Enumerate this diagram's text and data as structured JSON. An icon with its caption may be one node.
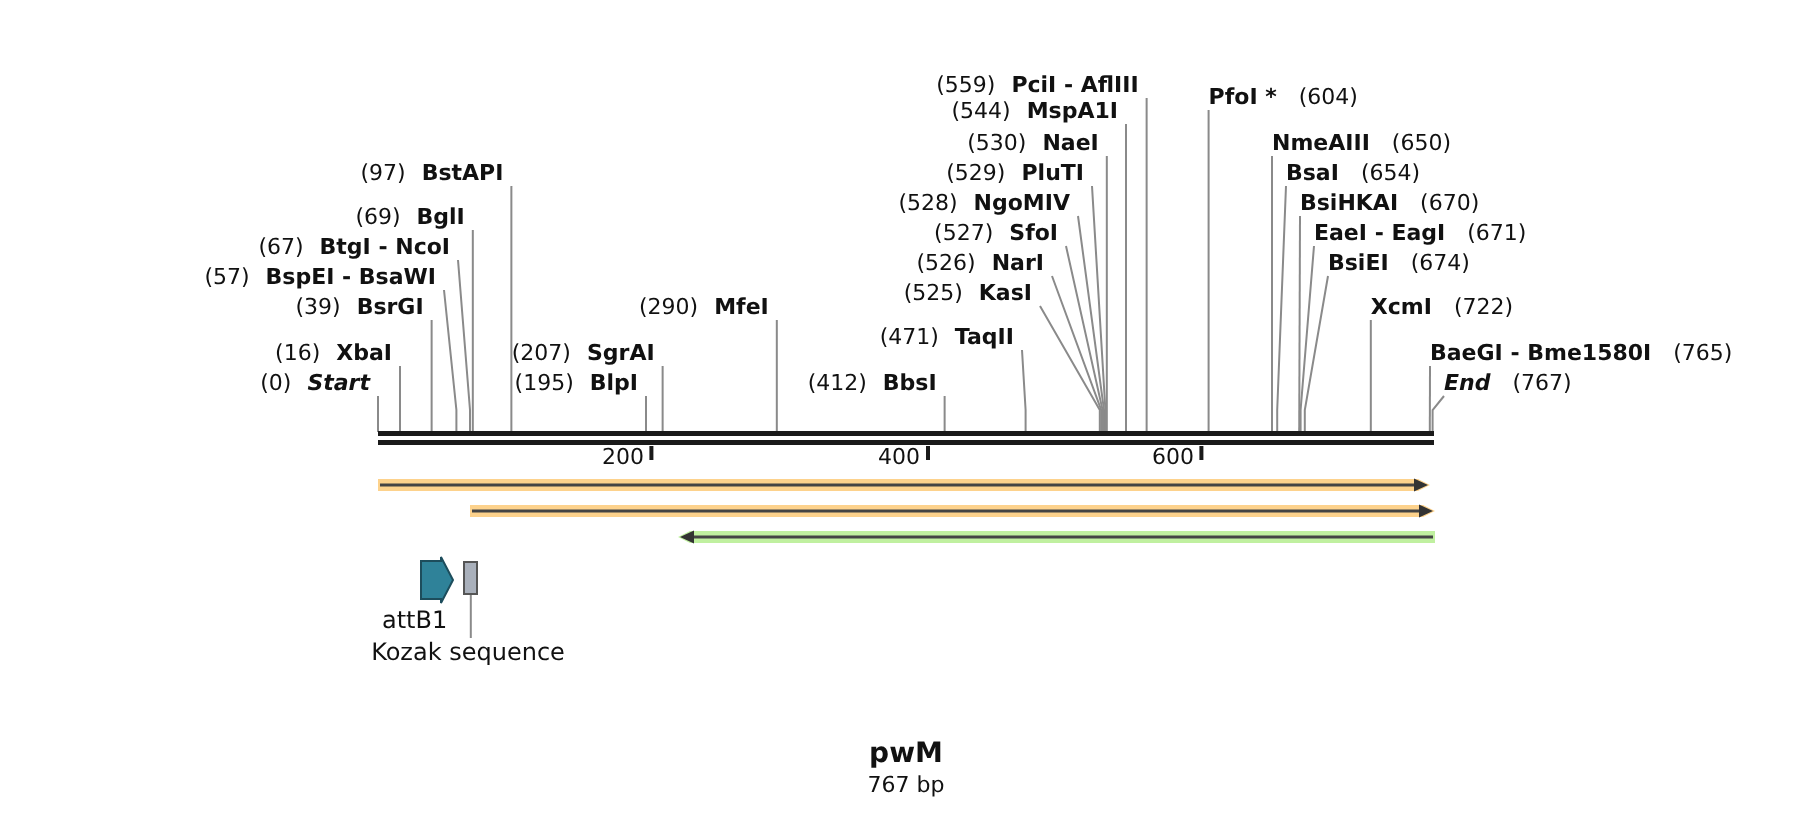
{
  "diagram": {
    "title": "pwM",
    "caption": "767 bp",
    "nodes": [
      {
        "text": [
          "(0)",
          "Start"
        ]
      },
      {
        "text": [
          "(16)",
          "XbaI"
        ]
      },
      {
        "text": [
          "(39)",
          "BsrGI"
        ]
      },
      {
        "text": [
          "(57)",
          "BspEI - BsaWI"
        ]
      },
      {
        "text": [
          "(67)",
          "BtgI - NcoI"
        ]
      },
      {
        "text": [
          "(69)",
          "BglI"
        ]
      },
      {
        "text": [
          "(97)",
          "BstAPI"
        ]
      },
      {
        "text": [
          "(195)",
          "BlpI"
        ]
      },
      {
        "text": [
          "(207)",
          "SgrAI"
        ]
      },
      {
        "text": [
          "(290)",
          "MfeI"
        ]
      },
      {
        "text": [
          "(412)",
          "BbsI"
        ]
      },
      {
        "text": [
          "(471)",
          "TaqII"
        ]
      },
      {
        "text": [
          "(525)",
          "KasI"
        ]
      },
      {
        "text": [
          "(526)",
          "NarI"
        ]
      },
      {
        "text": [
          "(527)",
          "SfoI"
        ]
      },
      {
        "text": [
          "(528)",
          "NgoMIV"
        ]
      },
      {
        "text": [
          "(529)",
          "PluTI"
        ]
      },
      {
        "text": [
          "(530)",
          "NaeI"
        ]
      },
      {
        "text": [
          "(544)",
          "MspA1I"
        ]
      },
      {
        "text": [
          "(559)",
          "PciI - AflIII"
        ]
      },
      {
        "text": [
          "PfoI *",
          "(604)"
        ]
      },
      {
        "text": [
          "NmeAIII",
          "(650)"
        ]
      },
      {
        "text": [
          "BsaI",
          "(654)"
        ]
      },
      {
        "text": [
          "BsiHKAI",
          "(670)"
        ]
      },
      {
        "text": [
          "EaeI - EagI",
          "(671)"
        ]
      },
      {
        "text": [
          "BsiEI",
          "(674)"
        ]
      },
      {
        "text": [
          "XcmI",
          "(722)"
        ]
      },
      {
        "text": [
          "BaeGI - Bme1580I",
          "(765)"
        ]
      },
      {
        "text": [
          "End",
          "(767)"
        ]
      },
      {
        "text": [],
        "shape": "bar"
      },
      {
        "text": [],
        "shape": "arrow"
      },
      {
        "text": [],
        "shape": "arrow"
      },
      {
        "text": [],
        "shape": "arrow"
      },
      {
        "text": [
          "attB1"
        ]
      },
      {
        "text": [],
        "shape": "box"
      },
      {
        "text": [
          "Kozak sequence"
        ]
      }
    ],
    "edges": [
      {
        "from": 0,
        "to": 29,
        "arrow": "none"
      },
      {
        "from": 1,
        "to": 29,
        "arrow": "none"
      },
      {
        "from": 2,
        "to": 29,
        "arrow": "none"
      },
      {
        "from": 3,
        "to": 29,
        "arrow": "none"
      },
      {
        "from": 4,
        "to": 29,
        "arrow": "none"
      },
      {
        "from": 5,
        "to": 29,
        "arrow": "none"
      },
      {
        "from": 6,
        "to": 29,
        "arrow": "none"
      },
      {
        "from": 7,
        "to": 29,
        "arrow": "none"
      },
      {
        "from": 8,
        "to": 29,
        "arrow": "none"
      },
      {
        "from": 9,
        "to": 29,
        "arrow": "none"
      },
      {
        "from": 10,
        "to": 29,
        "arrow": "none"
      },
      {
        "from": 11,
        "to": 29,
        "arrow": "none"
      },
      {
        "from": 12,
        "to": 29,
        "arrow": "none"
      },
      {
        "from": 13,
        "to": 29,
        "arrow": "none"
      },
      {
        "from": 14,
        "to": 29,
        "arrow": "none"
      },
      {
        "from": 15,
        "to": 29,
        "arrow": "none"
      },
      {
        "from": 16,
        "to": 29,
        "arrow": "none"
      },
      {
        "from": 17,
        "to": 29,
        "arrow": "none"
      },
      {
        "from": 18,
        "to": 29,
        "arrow": "none"
      },
      {
        "from": 19,
        "to": 29,
        "arrow": "none"
      },
      {
        "from": 20,
        "to": 29,
        "arrow": "none"
      },
      {
        "from": 21,
        "to": 29,
        "arrow": "none"
      },
      {
        "from": 22,
        "to": 29,
        "arrow": "none"
      },
      {
        "from": 23,
        "to": 29,
        "arrow": "none"
      },
      {
        "from": 24,
        "to": 29,
        "arrow": "none"
      },
      {
        "from": 25,
        "to": 29,
        "arrow": "none"
      },
      {
        "from": 26,
        "to": 29,
        "arrow": "none"
      },
      {
        "from": 27,
        "to": 29,
        "arrow": "none"
      },
      {
        "from": 28,
        "to": 29,
        "arrow": "none"
      },
      {
        "from": 35,
        "to": 34,
        "arrow": "none"
      }
    ],
    "labels": [
      "200",
      "400",
      "600"
    ]
  }
}
